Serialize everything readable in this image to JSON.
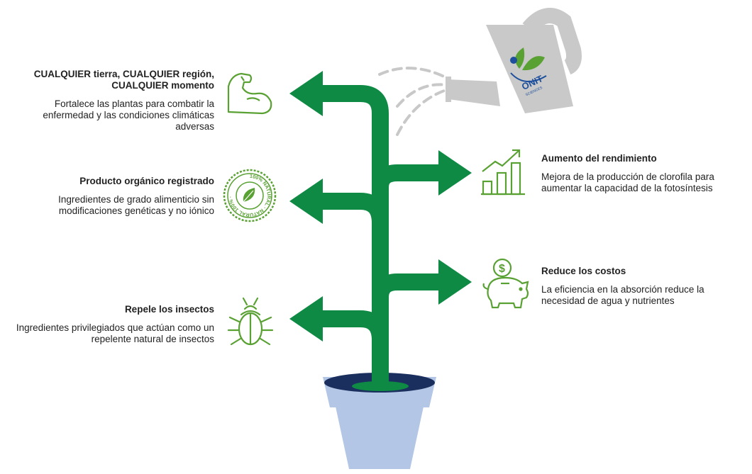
{
  "colors": {
    "plant_green": "#0f8a45",
    "icon_green": "#5aa134",
    "pot_light": "#b3c6e5",
    "pot_dark": "#1b2f5e",
    "can_gray": "#c9c9c9",
    "spray_gray": "#c8c8c8"
  },
  "brand": {
    "logo_text": "ONIT",
    "logo_subtext": "SCIENCES"
  },
  "badge": {
    "ring_text": "100% NATURAL · NATURAL 100% ·"
  },
  "benefits": [
    {
      "title": "CUALQUIER tierra, CUALQUIER región, CUALQUIER momento",
      "description": "Fortalece las plantas para combatir la enfermedad y las condiciones climáticas adversas",
      "icon": "muscle-arm-icon"
    },
    {
      "title": "Producto orgánico registrado",
      "description": "Ingredientes de grado alimenticio sin modificaciones genéticas y no iónico",
      "icon": "natural-badge-icon"
    },
    {
      "title": "Repele los insectos",
      "description": "Ingredientes privilegiados que actúan como un repelente natural de insectos",
      "icon": "beetle-icon"
    },
    {
      "title": "Aumento del rendimiento",
      "description": "Mejora de la producción de clorofila para aumentar la capacidad de la fotosíntesis",
      "icon": "growth-chart-icon"
    },
    {
      "title": "Reduce los costos",
      "description": "La eficiencia en la absorción reduce la necesidad de agua y nutrientes",
      "icon": "piggy-bank-icon"
    }
  ]
}
